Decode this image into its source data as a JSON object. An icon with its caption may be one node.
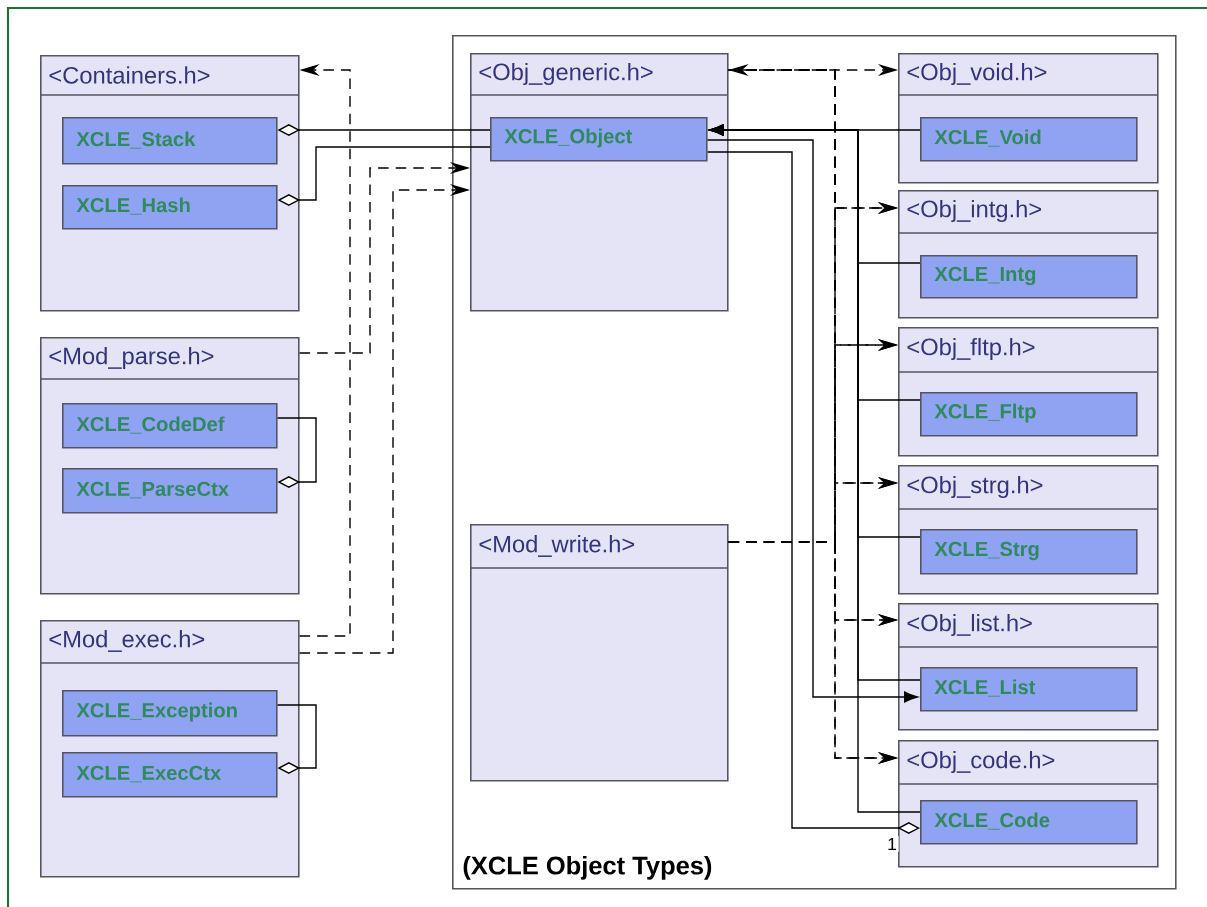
{
  "diagram": {
    "nodes": [
      {
        "text": [
          "<Containers.h>"
        ]
      },
      {
        "text": [
          "XCLE_Stack"
        ],
        "in": 0
      },
      {
        "text": [
          "XCLE_Hash"
        ],
        "in": 0
      },
      {
        "text": [
          "<Mod_parse.h>"
        ]
      },
      {
        "text": [
          "XCLE_CodeDef"
        ],
        "in": 3
      },
      {
        "text": [
          "XCLE_ParseCtx"
        ],
        "in": 3
      },
      {
        "text": [
          "<Mod_exec.h>"
        ]
      },
      {
        "text": [
          "XCLE_Exception"
        ],
        "in": 6
      },
      {
        "text": [
          "XCLE_ExecCtx"
        ],
        "in": 6
      },
      {
        "text": [
          "(XCLE Object Types)"
        ]
      },
      {
        "text": [
          "<Obj_generic.h>"
        ],
        "in": 9
      },
      {
        "text": [
          "XCLE_Object"
        ],
        "in": 10
      },
      {
        "text": [
          "<Mod_write.h>"
        ],
        "in": 9
      },
      {
        "text": [
          "<Obj_void.h>"
        ],
        "in": 9
      },
      {
        "text": [
          "XCLE_Void"
        ],
        "in": 13
      },
      {
        "text": [
          "<Obj_intg.h>"
        ],
        "in": 9
      },
      {
        "text": [
          "XCLE_Intg"
        ],
        "in": 15
      },
      {
        "text": [
          "<Obj_fltp.h>"
        ],
        "in": 9
      },
      {
        "text": [
          "XCLE_Fltp"
        ],
        "in": 17
      },
      {
        "text": [
          "<Obj_strg.h>"
        ],
        "in": 9
      },
      {
        "text": [
          "XCLE_Strg"
        ],
        "in": 19
      },
      {
        "text": [
          "<Obj_list.h>"
        ],
        "in": 9
      },
      {
        "text": [
          "XCLE_List"
        ],
        "in": 21
      },
      {
        "text": [
          "<Obj_code.h>"
        ],
        "in": 9
      },
      {
        "text": [
          "XCLE_Code"
        ],
        "in": 23
      }
    ],
    "edges": [
      {
        "from": 11,
        "to": 1,
        "arrow": "other"
      },
      {
        "from": 11,
        "to": 2,
        "arrow": "other"
      },
      {
        "from": 4,
        "to": 5,
        "arrow": "other"
      },
      {
        "from": 7,
        "to": 8,
        "arrow": "other"
      },
      {
        "from": 6,
        "to": 0,
        "arrow": "to",
        "style": "dashed"
      },
      {
        "from": 3,
        "to": 10,
        "arrow": "to",
        "style": "dashed"
      },
      {
        "from": 6,
        "to": 10,
        "arrow": "to",
        "style": "dashed"
      },
      {
        "from": 10,
        "to": 13,
        "arrow": "both",
        "style": "dashed"
      },
      {
        "from": 10,
        "to": 15,
        "arrow": "to",
        "style": "dashed"
      },
      {
        "from": 10,
        "to": 17,
        "arrow": "to",
        "style": "dashed"
      },
      {
        "from": 10,
        "to": 19,
        "arrow": "to",
        "style": "dashed"
      },
      {
        "from": 10,
        "to": 21,
        "arrow": "to",
        "style": "dashed"
      },
      {
        "from": 10,
        "to": 23,
        "arrow": "to",
        "style": "dashed"
      },
      {
        "from": 12,
        "to": 15,
        "arrow": "to",
        "style": "dashed"
      },
      {
        "from": 12,
        "to": 17,
        "arrow": "to",
        "style": "dashed"
      },
      {
        "from": 12,
        "to": 19,
        "arrow": "to",
        "style": "dashed"
      },
      {
        "from": 12,
        "to": 21,
        "arrow": "to",
        "style": "dashed"
      },
      {
        "from": 12,
        "to": 23,
        "arrow": "to",
        "style": "dashed"
      },
      {
        "from": 14,
        "to": 11,
        "arrow": "to"
      },
      {
        "from": 16,
        "to": 11,
        "arrow": "to"
      },
      {
        "from": 18,
        "to": 11,
        "arrow": "to"
      },
      {
        "from": 20,
        "to": 11,
        "arrow": "to"
      },
      {
        "from": 22,
        "to": 11,
        "arrow": "to"
      },
      {
        "from": 24,
        "to": 11,
        "arrow": "to"
      },
      {
        "from": 11,
        "to": 22,
        "arrow": "to"
      },
      {
        "from": 11,
        "to": 24,
        "arrow": "other",
        "label": "1"
      }
    ]
  }
}
